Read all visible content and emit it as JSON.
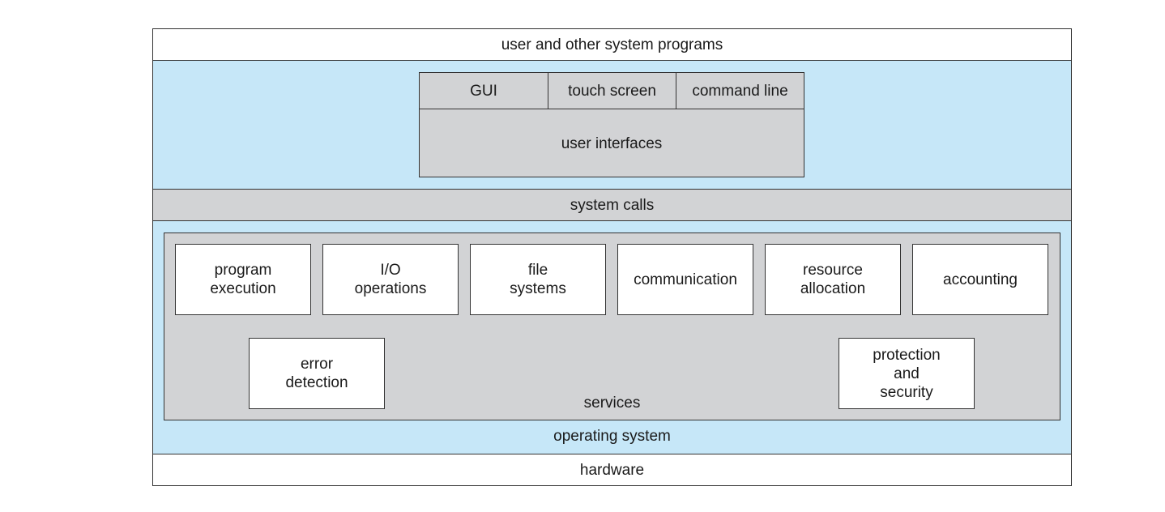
{
  "top_layer": "user and other system programs",
  "user_interfaces": {
    "title": "user interfaces",
    "items": [
      "GUI",
      "touch screen",
      "command line"
    ]
  },
  "system_calls": "system calls",
  "services": {
    "title": "services",
    "row1": [
      "program\nexecution",
      "I/O\noperations",
      "file\nsystems",
      "communication",
      "resource\nallocation",
      "accounting"
    ],
    "row2": [
      "error\ndetection",
      "protection\nand\nsecurity"
    ]
  },
  "operating_system": "operating system",
  "hardware": "hardware"
}
